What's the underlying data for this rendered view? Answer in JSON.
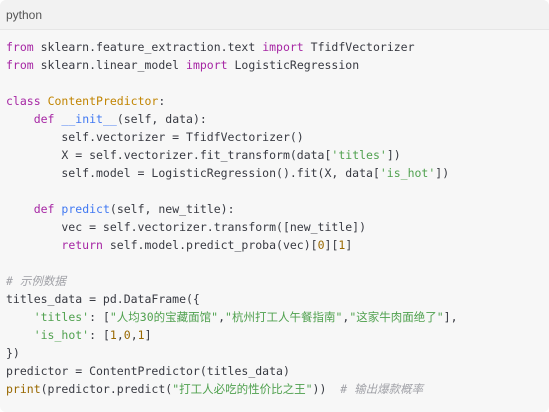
{
  "code_block": {
    "language_label": "python",
    "lines": [
      [
        {
          "t": "from",
          "c": "kw"
        },
        {
          "t": " sklearn.feature_extraction.text ",
          "c": ""
        },
        {
          "t": "import",
          "c": "kw"
        },
        {
          "t": " TfidfVectorizer",
          "c": ""
        }
      ],
      [
        {
          "t": "from",
          "c": "kw"
        },
        {
          "t": " sklearn.linear_model ",
          "c": ""
        },
        {
          "t": "import",
          "c": "kw"
        },
        {
          "t": " LogisticRegression",
          "c": ""
        }
      ],
      [],
      [
        {
          "t": "class",
          "c": "kw"
        },
        {
          "t": " ",
          "c": ""
        },
        {
          "t": "ContentPredictor",
          "c": "cls"
        },
        {
          "t": ":",
          "c": ""
        }
      ],
      [
        {
          "t": "    ",
          "c": ""
        },
        {
          "t": "def",
          "c": "kw"
        },
        {
          "t": " ",
          "c": ""
        },
        {
          "t": "__init__",
          "c": "fn"
        },
        {
          "t": "(self, data):",
          "c": ""
        }
      ],
      [
        {
          "t": "        self.vectorizer = TfidfVectorizer()",
          "c": ""
        }
      ],
      [
        {
          "t": "        X = self.vectorizer.fit_transform(data[",
          "c": ""
        },
        {
          "t": "'titles'",
          "c": "str"
        },
        {
          "t": "])",
          "c": ""
        }
      ],
      [
        {
          "t": "        self.model = LogisticRegression().fit(X, data[",
          "c": ""
        },
        {
          "t": "'is_hot'",
          "c": "str"
        },
        {
          "t": "])",
          "c": ""
        }
      ],
      [],
      [
        {
          "t": "    ",
          "c": ""
        },
        {
          "t": "def",
          "c": "kw"
        },
        {
          "t": " ",
          "c": ""
        },
        {
          "t": "predict",
          "c": "fn"
        },
        {
          "t": "(self, new_title):",
          "c": ""
        }
      ],
      [
        {
          "t": "        vec = self.vectorizer.transform([new_title])",
          "c": ""
        }
      ],
      [
        {
          "t": "        ",
          "c": ""
        },
        {
          "t": "return",
          "c": "kw"
        },
        {
          "t": " self.model.predict_proba(vec)[",
          "c": ""
        },
        {
          "t": "0",
          "c": "num"
        },
        {
          "t": "][",
          "c": ""
        },
        {
          "t": "1",
          "c": "num"
        },
        {
          "t": "]",
          "c": ""
        }
      ],
      [],
      [
        {
          "t": "# 示例数据",
          "c": "cm"
        }
      ],
      [
        {
          "t": "titles_data = pd.DataFrame({",
          "c": ""
        }
      ],
      [
        {
          "t": "    ",
          "c": ""
        },
        {
          "t": "'titles'",
          "c": "str"
        },
        {
          "t": ": [",
          "c": ""
        },
        {
          "t": "\"人均30的宝藏面馆\"",
          "c": "str"
        },
        {
          "t": ",",
          "c": ""
        },
        {
          "t": "\"杭州打工人午餐指南\"",
          "c": "str"
        },
        {
          "t": ",",
          "c": ""
        },
        {
          "t": "\"这家牛肉面绝了\"",
          "c": "str"
        },
        {
          "t": "],",
          "c": ""
        }
      ],
      [
        {
          "t": "    ",
          "c": ""
        },
        {
          "t": "'is_hot'",
          "c": "str"
        },
        {
          "t": ": [",
          "c": ""
        },
        {
          "t": "1",
          "c": "num"
        },
        {
          "t": ",",
          "c": ""
        },
        {
          "t": "0",
          "c": "num"
        },
        {
          "t": ",",
          "c": ""
        },
        {
          "t": "1",
          "c": "num"
        },
        {
          "t": "]",
          "c": ""
        }
      ],
      [
        {
          "t": "})",
          "c": ""
        }
      ],
      [
        {
          "t": "predictor = ContentPredictor(titles_data)",
          "c": ""
        }
      ],
      [
        {
          "t": "print",
          "c": "bi"
        },
        {
          "t": "(predictor.predict(",
          "c": ""
        },
        {
          "t": "\"打工人必吃的性价比之王\"",
          "c": "str"
        },
        {
          "t": "))  ",
          "c": ""
        },
        {
          "t": "# 输出爆款概率",
          "c": "cm"
        }
      ]
    ]
  }
}
